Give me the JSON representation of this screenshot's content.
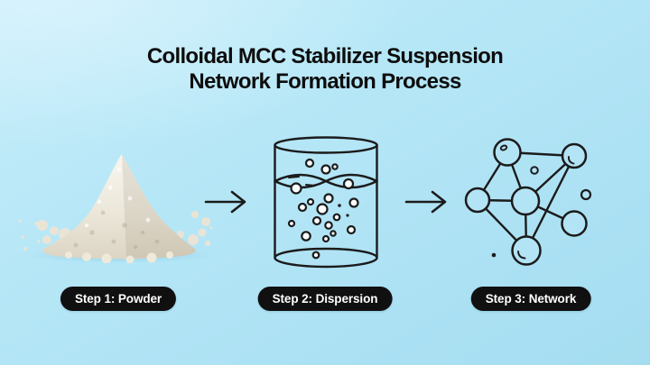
{
  "title": {
    "line1": "Colloidal MCC Stabilizer Suspension",
    "line2": "Network Formation Process"
  },
  "steps": [
    {
      "label": "Step 1: Powder",
      "icon": "powder-pile-icon"
    },
    {
      "label": "Step 2: Dispersion",
      "icon": "dispersion-beaker-icon"
    },
    {
      "label": "Step 3: Network",
      "icon": "network-graph-icon"
    }
  ],
  "arrows": [
    {
      "icon": "right-arrow-icon"
    },
    {
      "icon": "right-arrow-icon"
    }
  ],
  "colors": {
    "background_top": "#c7edfa",
    "background_bottom": "#a5ddf0",
    "line_ink": "#1b1b1b",
    "label_background": "#101010",
    "label_text": "#ffffff",
    "powder_highlight": "#f8f6ef",
    "powder_shadow": "#d9d2c0",
    "title_text": "#0d0d0d"
  }
}
